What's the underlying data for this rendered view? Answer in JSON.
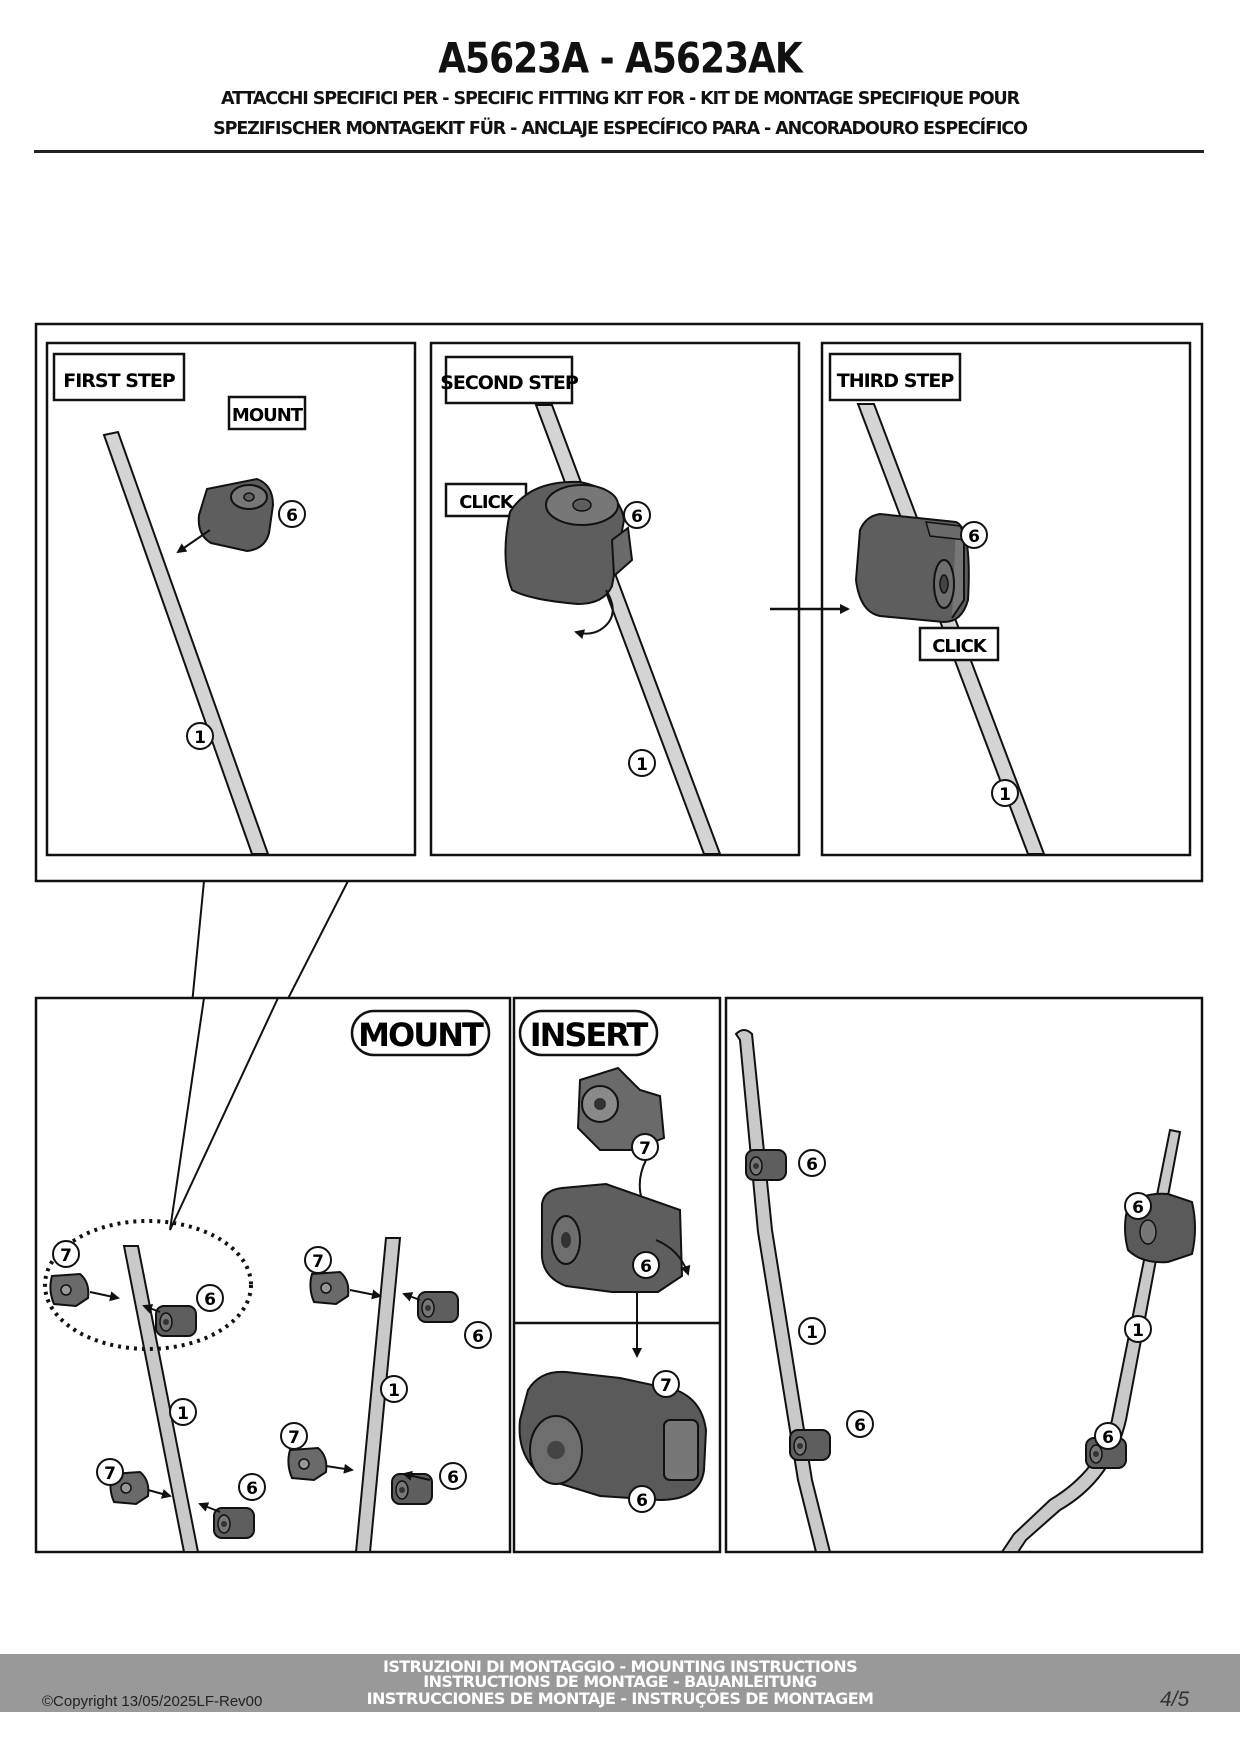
{
  "header": {
    "title": "A5623A - A5623AK",
    "subtitle_line1": "ATTACCHI SPECIFICI PER  -  SPECIFIC FITTING KIT FOR  -  KIT DE MONTAGE SPECIFIQUE POUR",
    "subtitle_line2": "SPEZIFISCHER MONTAGEKIT FÜR  -  ANCLAJE ESPECÍFICO PARA - ANCORADOURO ESPECÍFICO"
  },
  "steps": {
    "first": "FIRST STEP",
    "second": "SECOND STEP",
    "third": "THIRD STEP",
    "mount": "MOUNT",
    "click": "CLICK"
  },
  "panels": {
    "mount_big": "MOUNT",
    "insert_big": "INSERT"
  },
  "parts": {
    "tube": "1",
    "clamp": "6",
    "insert": "7"
  },
  "footer": {
    "line1": "ISTRUZIONI DI MONTAGGIO  -  MOUNTING INSTRUCTIONS",
    "line2": "INSTRUCTIONS DE MONTAGE - BAUANLEITUNG",
    "line3": "INSTRUCCIONES DE MONTAJE - INSTRUÇÕES DE MONTAGEM",
    "copyright": "©Copyright 13/05/2025LF-Rev00",
    "page": "4/5"
  }
}
